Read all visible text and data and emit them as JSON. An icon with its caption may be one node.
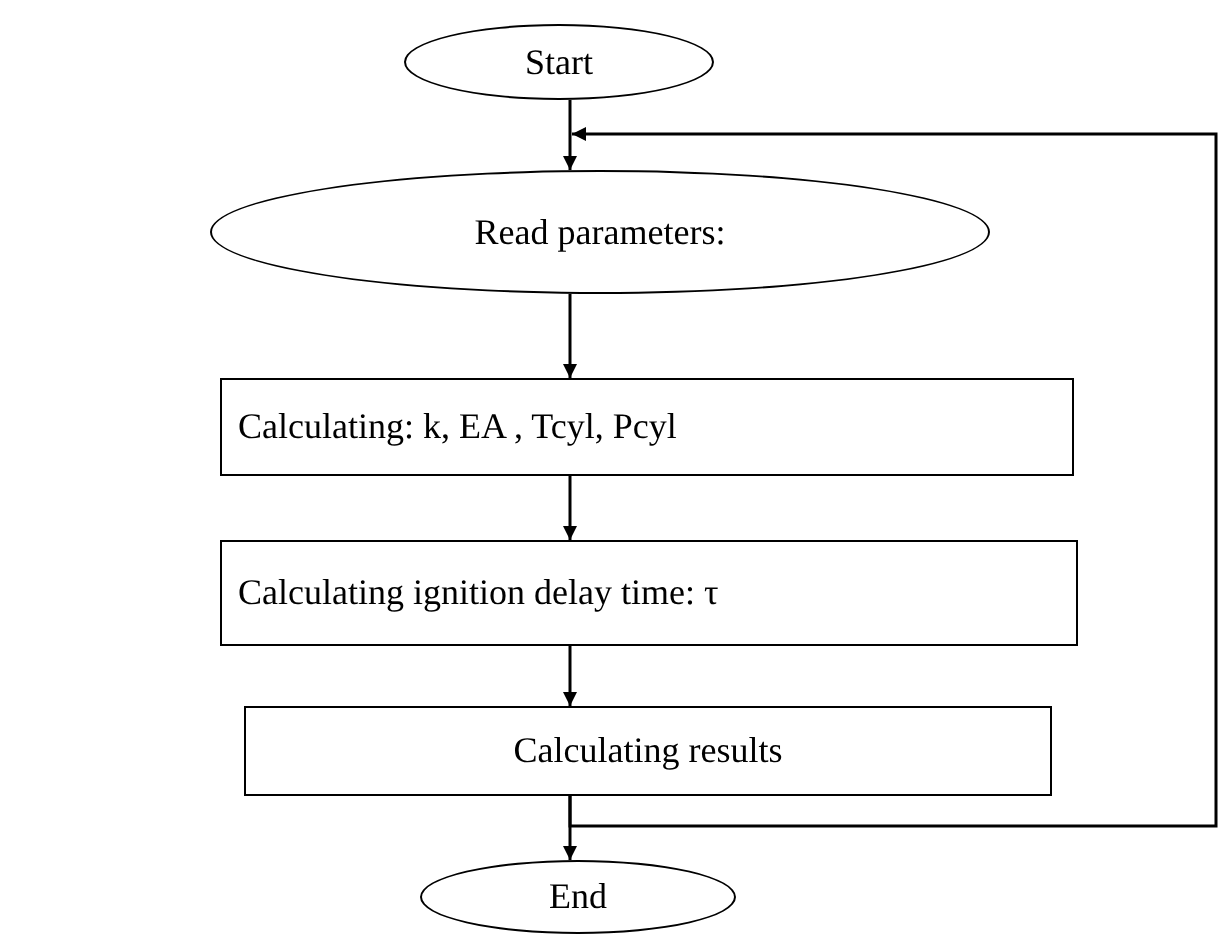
{
  "diagram": {
    "nodes": [
      {
        "text": [
          "Start"
        ]
      },
      {
        "text": [
          "Read parameters:"
        ]
      },
      {
        "text": [
          "Calculating: k, EA , Tcyl, Pcyl"
        ]
      },
      {
        "text": [
          "Calculating ignition delay time: τ"
        ]
      },
      {
        "text": [
          "Calculating results"
        ]
      },
      {
        "text": [
          "End"
        ]
      }
    ],
    "edges": [
      {
        "from": 0,
        "to": 1,
        "arrow": "to"
      },
      {
        "from": 1,
        "to": 2,
        "arrow": "to"
      },
      {
        "from": 2,
        "to": 3,
        "arrow": "to"
      },
      {
        "from": 3,
        "to": 4,
        "arrow": "to"
      },
      {
        "from": 4,
        "to": 5,
        "arrow": "to"
      },
      {
        "from": 4,
        "to": 1,
        "arrow": "to"
      }
    ]
  }
}
